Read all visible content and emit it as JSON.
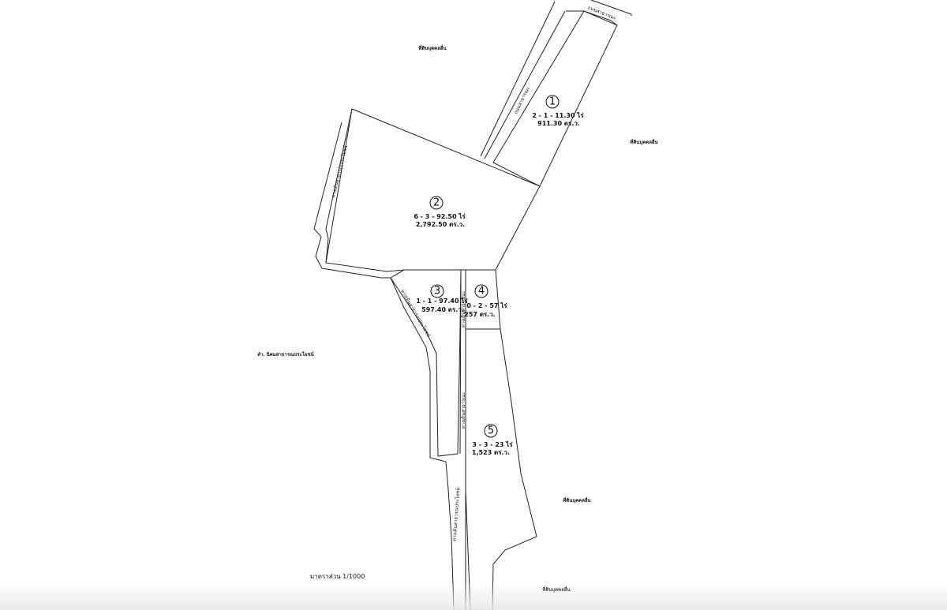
{
  "plan": {
    "parcels": [
      {
        "id": "1",
        "number": "1",
        "area_rai": "2 - 1 - 11.30 ไร่",
        "area_sqwa": "911.30 ตร.ว."
      },
      {
        "id": "2",
        "number": "2",
        "area_rai": "6 - 3 - 92.50 ไร่",
        "area_sqwa": "2,792.50 ตร.ว."
      },
      {
        "id": "3",
        "number": "3",
        "area_rai": "1 - 1 - 97.40 ไร่",
        "area_sqwa": "597.40 ตร.ว."
      },
      {
        "id": "4",
        "number": "4",
        "area_rai": "0 - 2 - 57 ไร่",
        "area_sqwa": "257 ตร.ว."
      },
      {
        "id": "5",
        "number": "5",
        "area_rai": "3 - 3 - 23 ไร่",
        "area_sqwa": "1,523 ตร.ว."
      }
    ],
    "labels": {
      "private_land_top": "ที่ดินบุคคลอื่น",
      "private_land_right": "ที่ดินบุคคลอื่น",
      "private_land_lower_right": "ที่ดินบุคคลอื่น",
      "private_land_bottom": "ที่ดินบุคคลอื่น",
      "public_canal": "ลำ. นิคมสาธารณประโยชน์",
      "road_top": "ถนนสาธารณะ",
      "road_top_small": "ถนนสาธารณะ",
      "path_left_upper": "ทางเดินสาธารณประโยชน์",
      "path_left_middle": "ทางเดินสาธารณประโยชน์",
      "path_left_lower": "ทางเดินสาธารณประโยชน์",
      "path_center_upper": "ทางเดินสาธารณะ",
      "path_center_lower": "ทางเดินสาธารณะ"
    },
    "scale": "มาตราส่วน 1/1000"
  }
}
